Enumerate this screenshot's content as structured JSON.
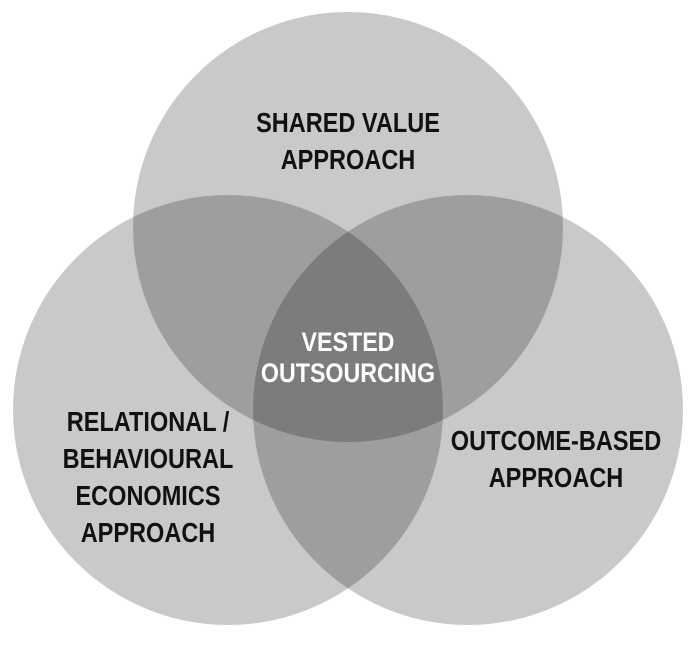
{
  "venn": {
    "type": "venn-diagram",
    "colors": {
      "background": "#ffffff",
      "circle_single": "#c9c9c9",
      "overlap_double": "#9e9e9e",
      "overlap_triple": "#7d7d7d",
      "outer_label_text": "#111111",
      "center_label_text": "#ffffff"
    },
    "circles": [
      {
        "id": "shared-value",
        "position": "top",
        "lines": [
          "SHARED VALUE",
          "APPROACH"
        ]
      },
      {
        "id": "relational-behavioural-economics",
        "position": "bottom-left",
        "lines": [
          "RELATIONAL /",
          "BEHAVIOURAL",
          "ECONOMICS",
          "APPROACH"
        ]
      },
      {
        "id": "outcome-based",
        "position": "bottom-right",
        "lines": [
          "OUTCOME-BASED",
          "APPROACH"
        ]
      }
    ],
    "center": {
      "id": "vested-outsourcing",
      "lines": [
        "VESTED",
        "OUTSOURCING"
      ]
    }
  }
}
